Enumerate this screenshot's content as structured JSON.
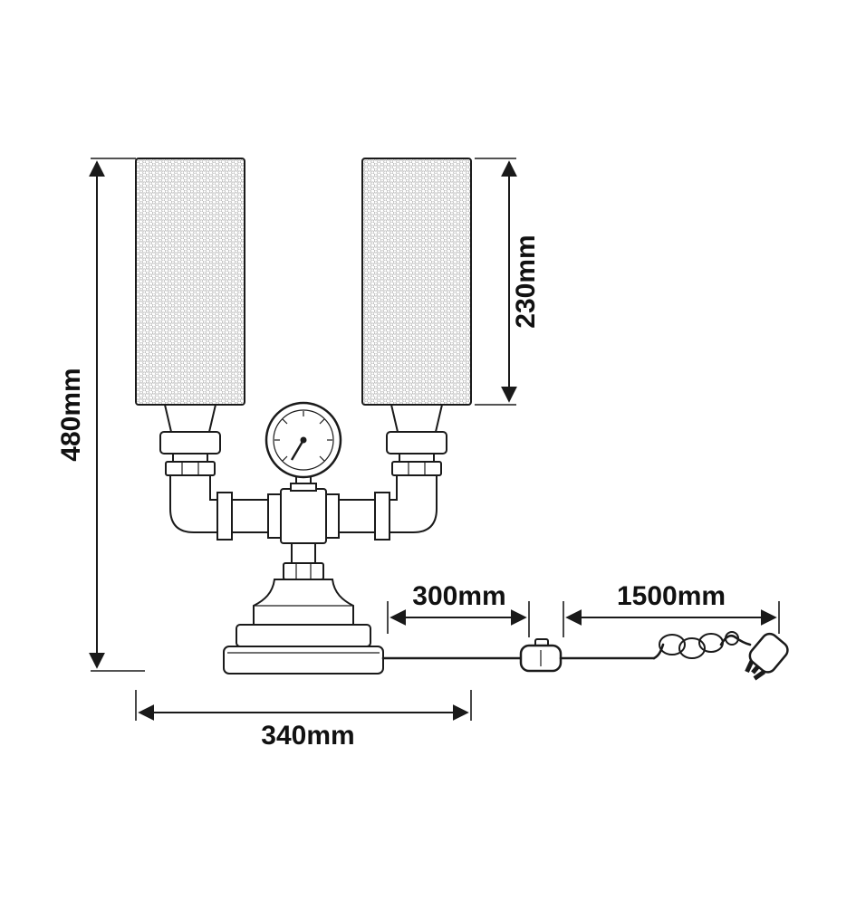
{
  "diagram": {
    "type": "product-dimension-drawing",
    "subject": "double-shade industrial pipe table lamp with pressure gauge, cord, inline switch and plug",
    "labels": {
      "overall_height": "480mm",
      "shade_height": "230mm",
      "cord_base_to_switch": "300mm",
      "cord_switch_to_plug": "1500mm",
      "overall_width": "340mm"
    },
    "colors": {
      "line": "#1a1a1a",
      "mesh": "#b5b5b5",
      "background": "#ffffff"
    }
  }
}
